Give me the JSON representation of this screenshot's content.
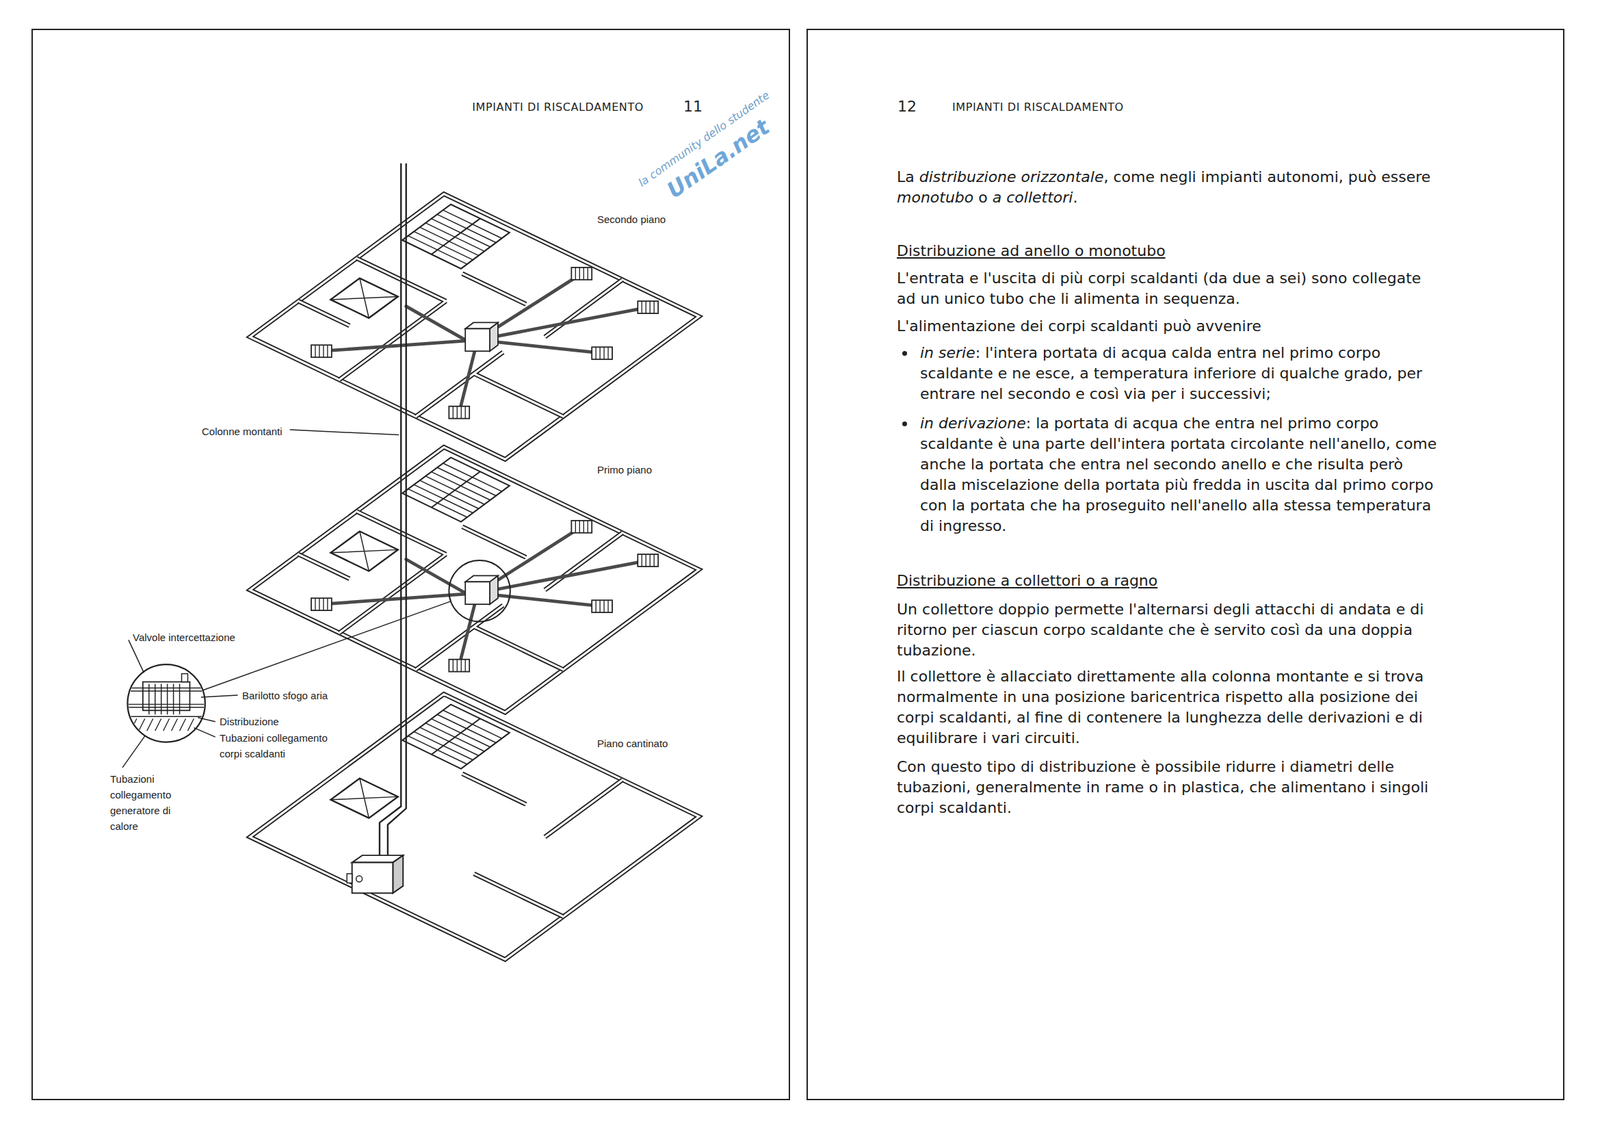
{
  "diagram": {
    "nodes": [
      {
        "text": [
          "IMPIANTI DI RISCALDAMENTO",
          "11"
        ]
      },
      {
        "text": [
          "12",
          "IMPIANTI DI RISCALDAMENTO",
          "La distribuzione orizzontale, come negli impianti autonomi, può essere monotubo o a collettori.",
          "Distribuzione ad anello o monotubo",
          "L'entrata e l'uscita di più corpi scaldanti (da due a sei) sono collegate ad un unico tubo che li alimenta in sequenza.",
          "L'alimentazione dei corpi scaldanti può avvenire",
          "in serie: l'intera portata di acqua calda entra nel primo corpo scaldante e ne esce, a temperatura inferiore di qualche grado, per entrare nel secondo e così via per i successivi;",
          "in derivazione: la portata di acqua che entra nel primo corpo scaldante è una parte dell'intera portata circolante nell'anello, come anche la portata che entra nel secondo anello e che risulta però dalla miscelazione della portata più fredda in uscita dal primo corpo con la portata che ha proseguito nell'anello alla stessa temperatura di ingresso.",
          "Distribuzione a collettori o a ragno",
          "Un collettore doppio permette l'alternarsi degli attacchi di andata e di ritorno per ciascun corpo scaldante che è servito così da una doppia tubazione.",
          "Il collettore è allacciato direttamente alla colonna montante e si trova normalmente in una posizione baricentrica rispetto alla posizione dei corpi scaldanti, al fine di contenere la lunghezza delle derivazioni e di equilibrare i vari circuiti.",
          "Con questo tipo di distribuzione è possibile ridurre i diametri delle tubazioni, generalmente in rame o in plastica, che alimentano i singoli corpi scaldanti."
        ]
      }
    ],
    "labels": [
      "UniLa.net",
      "la community dello studente",
      "Secondo piano",
      "Colonne montanti",
      "Primo piano",
      "Valvole intercettazione",
      "Barilotto sfogo aria",
      "Distribuzione",
      "Tubazioni collegamento corpi scaldanti",
      "Tubazioni collegamento generatore di calore",
      "Piano cantinato"
    ]
  }
}
